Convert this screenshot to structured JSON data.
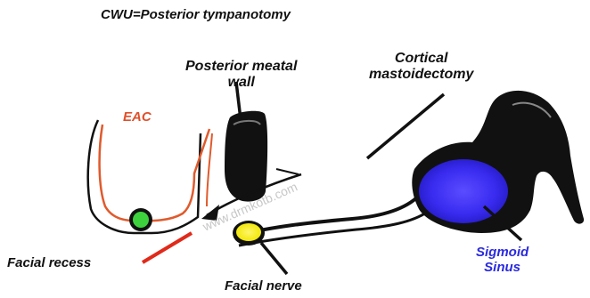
{
  "title": "CWU=Posterior tympanotomy",
  "labels": {
    "posterior_meatal_wall": [
      "Posterior meatal",
      "wall"
    ],
    "cortical_mastoidectomy": [
      "Cortical",
      "mastoidectomy"
    ],
    "eac": "EAC",
    "facial_recess": "Facial recess",
    "facial_nerve": "Facial nerve",
    "sigmoid_sinus": [
      "Sigmoid",
      "Sinus"
    ]
  },
  "watermark": "www.drmkotb.com",
  "colors": {
    "eac_outline": "#e05a2c",
    "eac_label": "#e0502a",
    "facial_recess_marker": "#e02a1a",
    "facial_nerve": "#f2e80a",
    "facial_recess_dot": "#3ed13e",
    "sigmoid_sinus": "#3a2cf0",
    "sigmoid_label": "#2a2ae0",
    "outline": "#111111"
  }
}
